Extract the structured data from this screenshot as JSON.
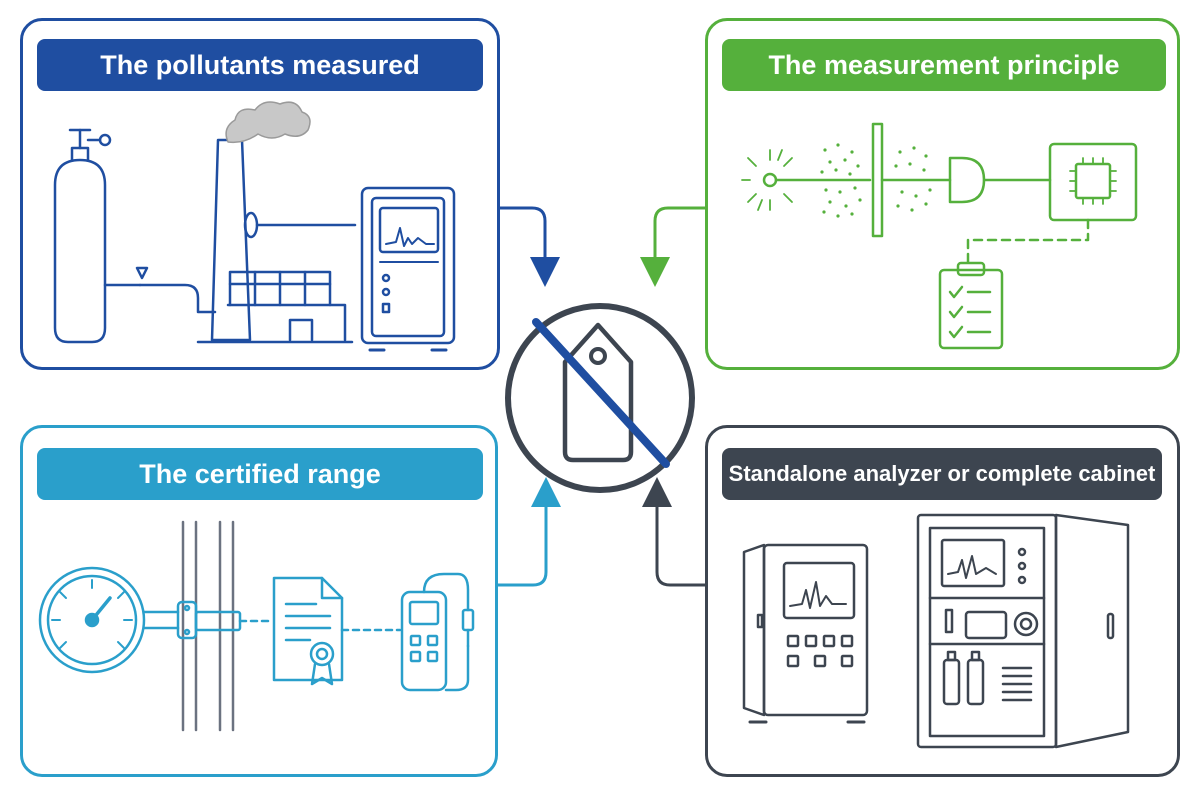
{
  "panels": {
    "pollutants": {
      "title": "The pollutants measured",
      "color": "#1f4ea1"
    },
    "principle": {
      "title": "The measurement principle",
      "color": "#55b03c"
    },
    "range": {
      "title": "The certified range",
      "color": "#2a9fcb"
    },
    "cabinet": {
      "title": "Standalone analyzer or complete cabinet",
      "color": "#3d4550"
    }
  },
  "center": {
    "icon": "no-price-tag-icon",
    "color": "#3d4550",
    "strike_color": "#1f4ea1"
  },
  "icons": {
    "pollutants": [
      "gas-cylinder-icon",
      "chimney-stack-icon",
      "gas-analyzer-icon"
    ],
    "principle": [
      "light-source-icon",
      "particles-icon",
      "filter-plate-icon",
      "detector-icon",
      "microchip-icon",
      "checklist-icon"
    ],
    "range": [
      "pressure-gauge-icon",
      "pipe-flange-icon",
      "certificate-icon",
      "handheld-calibrator-icon"
    ],
    "cabinet": [
      "standalone-analyzer-icon",
      "analyzer-cabinet-icon"
    ]
  }
}
